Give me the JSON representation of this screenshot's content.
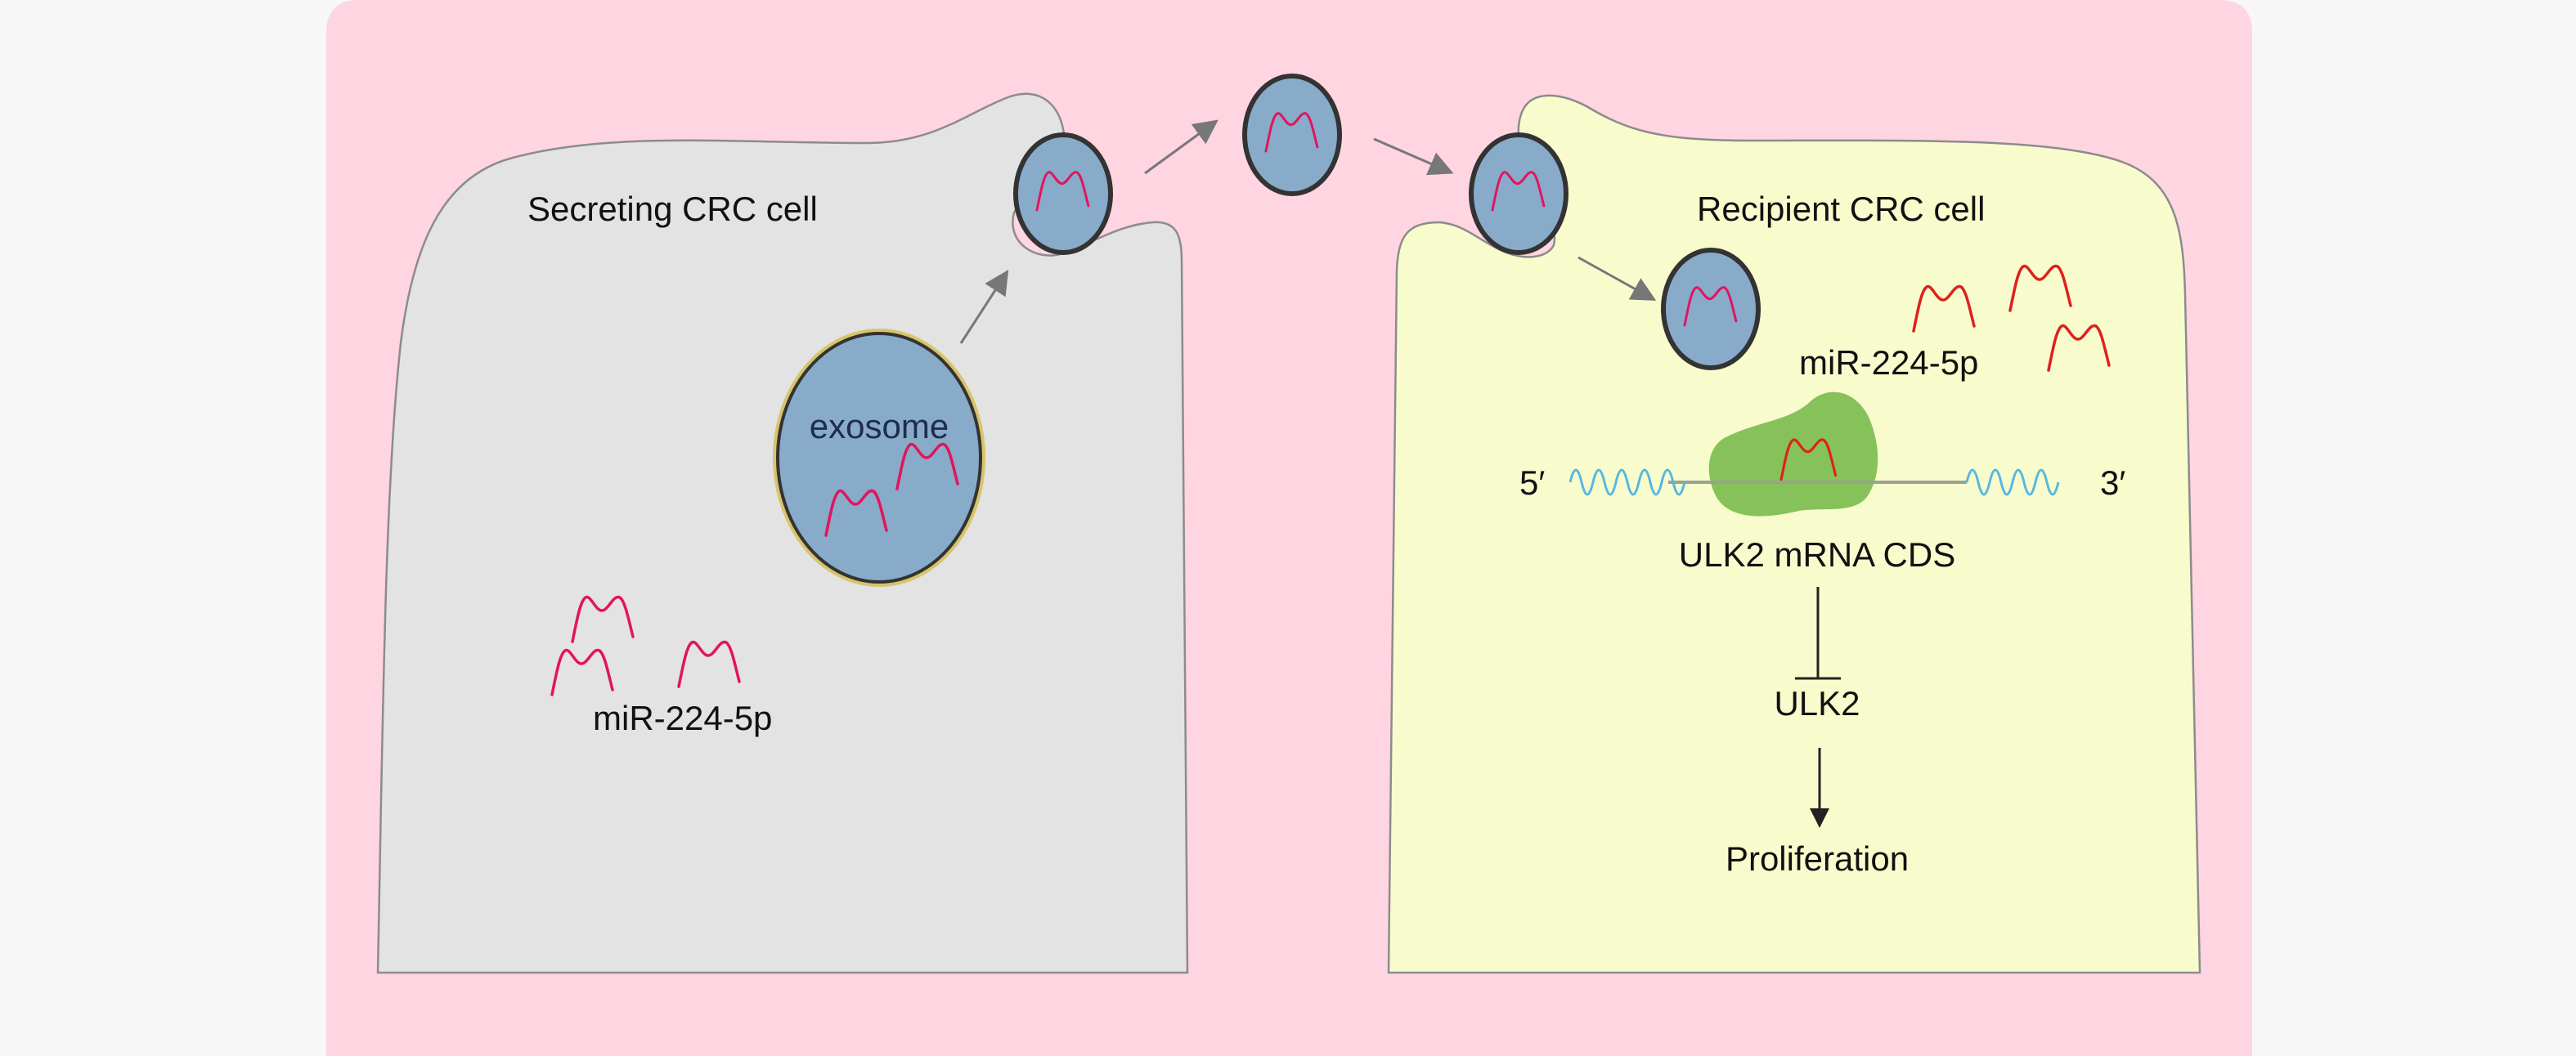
{
  "diagram": {
    "secreting_cell": {
      "label": "Secreting CRC cell",
      "mirna_label": "miR-224-5p",
      "exosome_label": "exosome"
    },
    "recipient_cell": {
      "label": "Recipient CRC cell",
      "mirna_label": "miR-224-5p",
      "five_prime": "5′",
      "three_prime": "3′",
      "mrna_label": "ULK2 mRNA CDS",
      "target_label": "ULK2",
      "outcome_label": "Proliferation"
    },
    "relations": [
      {
        "from": "ULK2 mRNA CDS",
        "to": "ULK2",
        "type": "inhibition"
      },
      {
        "from": "ULK2",
        "to": "Proliferation",
        "type": "activation"
      }
    ],
    "colors": {
      "background": "#ffd5e1",
      "secreting_cell_fill": "#e3e3e3",
      "recipient_cell_fill": "#f8fccd",
      "exosome_fill": "#88abc9",
      "mirna_pink": "#e2145e",
      "mirna_red": "#e0201c",
      "ribosome_green": "#86c15a",
      "mrna_utr_blue": "#59b8e0"
    }
  }
}
